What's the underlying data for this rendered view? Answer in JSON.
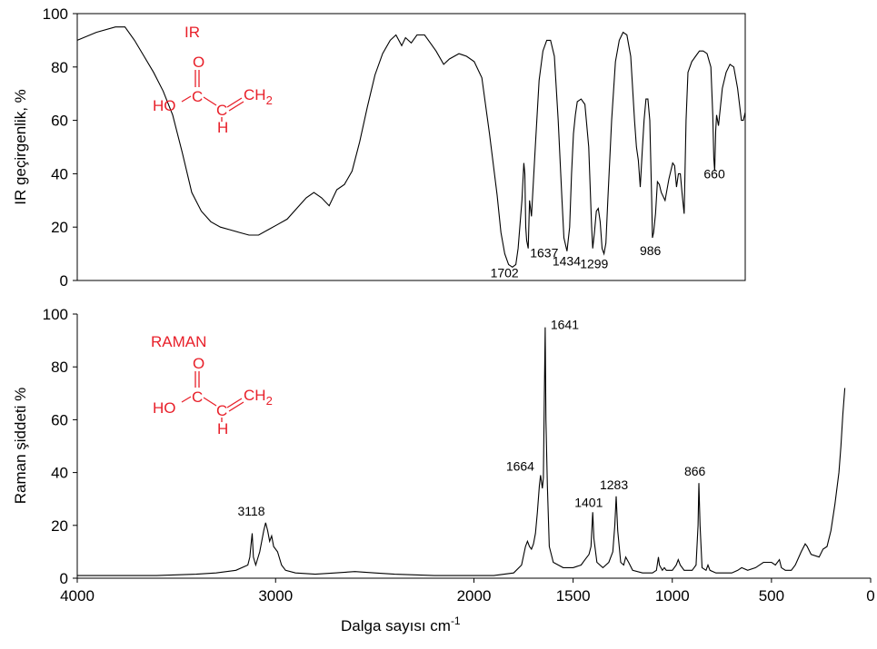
{
  "chart_data": [
    {
      "id": "ir",
      "type": "line",
      "title": "IR",
      "ylabel": "IR geçirgenlik, %",
      "xlabel": "",
      "xlim": [
        4000,
        500
      ],
      "ylim": [
        0,
        100
      ],
      "yticks": [
        0,
        20,
        40,
        60,
        80,
        100
      ],
      "xticks": [],
      "grid": false,
      "structure": {
        "o": "O",
        "c1": "C",
        "c2": "C",
        "ho": "HO",
        "h": "H",
        "ch2": "CH",
        "sub2": "2"
      },
      "series": [
        {
          "values": [
            [
              4000,
              90
            ],
            [
              3900,
              93
            ],
            [
              3800,
              95
            ],
            [
              3750,
              95
            ],
            [
              3700,
              90
            ],
            [
              3650,
              84
            ],
            [
              3600,
              78
            ],
            [
              3550,
              71
            ],
            [
              3500,
              62
            ],
            [
              3450,
              48
            ],
            [
              3400,
              33
            ],
            [
              3350,
              26
            ],
            [
              3300,
              22
            ],
            [
              3250,
              20
            ],
            [
              3200,
              19
            ],
            [
              3150,
              18
            ],
            [
              3100,
              17
            ],
            [
              3050,
              17
            ],
            [
              3000,
              19
            ],
            [
              2950,
              21
            ],
            [
              2900,
              23
            ],
            [
              2850,
              27
            ],
            [
              2800,
              31
            ],
            [
              2760,
              33
            ],
            [
              2720,
              31
            ],
            [
              2680,
              28
            ],
            [
              2640,
              34
            ],
            [
              2600,
              36
            ],
            [
              2560,
              41
            ],
            [
              2520,
              52
            ],
            [
              2480,
              65
            ],
            [
              2440,
              77
            ],
            [
              2400,
              85
            ],
            [
              2360,
              90
            ],
            [
              2330,
              92
            ],
            [
              2300,
              88
            ],
            [
              2280,
              91
            ],
            [
              2250,
              89
            ],
            [
              2220,
              92
            ],
            [
              2180,
              92
            ],
            [
              2150,
              89
            ],
            [
              2120,
              86
            ],
            [
              2080,
              81
            ],
            [
              2050,
              83
            ],
            [
              2000,
              85
            ],
            [
              1960,
              84
            ],
            [
              1920,
              82
            ],
            [
              1880,
              76
            ],
            [
              1840,
              55
            ],
            [
              1800,
              32
            ],
            [
              1780,
              18
            ],
            [
              1760,
              10
            ],
            [
              1740,
              6
            ],
            [
              1720,
              5
            ],
            [
              1702,
              6
            ],
            [
              1690,
              12
            ],
            [
              1670,
              30
            ],
            [
              1660,
              44
            ],
            [
              1655,
              40
            ],
            [
              1650,
              20
            ],
            [
              1645,
              15
            ],
            [
              1637,
              12
            ],
            [
              1630,
              30
            ],
            [
              1620,
              24
            ],
            [
              1600,
              50
            ],
            [
              1580,
              75
            ],
            [
              1560,
              86
            ],
            [
              1540,
              90
            ],
            [
              1520,
              90
            ],
            [
              1500,
              84
            ],
            [
              1480,
              60
            ],
            [
              1460,
              30
            ],
            [
              1450,
              16
            ],
            [
              1434,
              11
            ],
            [
              1420,
              20
            ],
            [
              1410,
              40
            ],
            [
              1400,
              55
            ],
            [
              1390,
              62
            ],
            [
              1380,
              67
            ],
            [
              1360,
              68
            ],
            [
              1340,
              66
            ],
            [
              1320,
              50
            ],
            [
              1305,
              20
            ],
            [
              1299,
              12
            ],
            [
              1290,
              18
            ],
            [
              1280,
              26
            ],
            [
              1270,
              27
            ],
            [
              1260,
              22
            ],
            [
              1250,
              12
            ],
            [
              1240,
              10
            ],
            [
              1230,
              14
            ],
            [
              1220,
              30
            ],
            [
              1200,
              60
            ],
            [
              1180,
              82
            ],
            [
              1160,
              90
            ],
            [
              1140,
              93
            ],
            [
              1120,
              92
            ],
            [
              1100,
              84
            ],
            [
              1080,
              60
            ],
            [
              1070,
              50
            ],
            [
              1060,
              45
            ],
            [
              1050,
              35
            ],
            [
              1040,
              48
            ],
            [
              1030,
              60
            ],
            [
              1020,
              68
            ],
            [
              1010,
              68
            ],
            [
              1000,
              60
            ],
            [
              990,
              30
            ],
            [
              986,
              16
            ],
            [
              980,
              18
            ],
            [
              970,
              25
            ],
            [
              960,
              37
            ],
            [
              950,
              36
            ],
            [
              940,
              33
            ],
            [
              920,
              30
            ],
            [
              900,
              38
            ],
            [
              880,
              44
            ],
            [
              870,
              43
            ],
            [
              860,
              35
            ],
            [
              850,
              40
            ],
            [
              840,
              40
            ],
            [
              830,
              32
            ],
            [
              820,
              25
            ],
            [
              810,
              60
            ],
            [
              800,
              78
            ],
            [
              780,
              82
            ],
            [
              760,
              84
            ],
            [
              740,
              86
            ],
            [
              720,
              86
            ],
            [
              700,
              85
            ],
            [
              680,
              80
            ],
            [
              670,
              62
            ],
            [
              665,
              46
            ],
            [
              660,
              41
            ],
            [
              655,
              56
            ],
            [
              650,
              62
            ],
            [
              640,
              58
            ],
            [
              620,
              72
            ],
            [
              600,
              78
            ],
            [
              580,
              81
            ],
            [
              560,
              80
            ],
            [
              540,
              72
            ],
            [
              520,
              60
            ],
            [
              510,
              60
            ],
            [
              500,
              63
            ]
          ]
        }
      ],
      "peak_labels": [
        {
          "label": "1702",
          "x": 1702,
          "y": 6
        },
        {
          "label": "1637",
          "x": 1637,
          "y": 12
        },
        {
          "label": "1434",
          "x": 1434,
          "y": 11
        },
        {
          "label": "1299",
          "x": 1299,
          "y": 12
        },
        {
          "label": "986",
          "x": 986,
          "y": 16
        },
        {
          "label": "660",
          "x": 660,
          "y": 41
        }
      ]
    },
    {
      "id": "raman",
      "type": "line",
      "title": "RAMAN",
      "ylabel": "Raman şiddeti %",
      "xlabel": "Dalga sayısı cm",
      "xlabel_sup": "-1",
      "xlim": [
        4000,
        0
      ],
      "ylim": [
        0,
        100
      ],
      "yticks": [
        0,
        20,
        40,
        60,
        80,
        100
      ],
      "xticks": [
        4000,
        3000,
        2000,
        1500,
        1000,
        500,
        0
      ],
      "xtick_labels": [
        "4000",
        "3000",
        "2000",
        "1500",
        "1000",
        "500",
        "0"
      ],
      "grid": false,
      "structure": {
        "o": "O",
        "c1": "C",
        "c2": "C",
        "ho": "HO",
        "h": "H",
        "ch2": "CH",
        "sub2": "2"
      },
      "series": [
        {
          "values": [
            [
              4000,
              1
            ],
            [
              3800,
              1
            ],
            [
              3600,
              1
            ],
            [
              3400,
              1.5
            ],
            [
              3300,
              2
            ],
            [
              3200,
              3
            ],
            [
              3140,
              5
            ],
            [
              3130,
              8
            ],
            [
              3125,
              12
            ],
            [
              3118,
              17
            ],
            [
              3112,
              8
            ],
            [
              3100,
              5
            ],
            [
              3080,
              10
            ],
            [
              3060,
              18
            ],
            [
              3050,
              21
            ],
            [
              3040,
              18
            ],
            [
              3030,
              14
            ],
            [
              3020,
              16
            ],
            [
              3010,
              12
            ],
            [
              2990,
              10
            ],
            [
              2970,
              5
            ],
            [
              2950,
              3
            ],
            [
              2900,
              2
            ],
            [
              2800,
              1.5
            ],
            [
              2700,
              2
            ],
            [
              2600,
              2.5
            ],
            [
              2500,
              2
            ],
            [
              2400,
              1.5
            ],
            [
              2200,
              1
            ],
            [
              2000,
              1
            ],
            [
              1900,
              1
            ],
            [
              1800,
              2
            ],
            [
              1760,
              5
            ],
            [
              1740,
              12
            ],
            [
              1730,
              14
            ],
            [
              1720,
              12
            ],
            [
              1710,
              11
            ],
            [
              1700,
              13
            ],
            [
              1690,
              17
            ],
            [
              1680,
              25
            ],
            [
              1670,
              35
            ],
            [
              1664,
              39
            ],
            [
              1655,
              34
            ],
            [
              1650,
              38
            ],
            [
              1645,
              70
            ],
            [
              1641,
              95
            ],
            [
              1637,
              60
            ],
            [
              1630,
              35
            ],
            [
              1620,
              12
            ],
            [
              1600,
              6
            ],
            [
              1550,
              4
            ],
            [
              1500,
              4
            ],
            [
              1460,
              5
            ],
            [
              1440,
              7
            ],
            [
              1420,
              9
            ],
            [
              1410,
              12
            ],
            [
              1401,
              25
            ],
            [
              1395,
              15
            ],
            [
              1380,
              6
            ],
            [
              1350,
              4
            ],
            [
              1320,
              6
            ],
            [
              1300,
              10
            ],
            [
              1290,
              20
            ],
            [
              1283,
              31
            ],
            [
              1275,
              18
            ],
            [
              1260,
              6
            ],
            [
              1245,
              5
            ],
            [
              1235,
              8
            ],
            [
              1220,
              6
            ],
            [
              1200,
              3
            ],
            [
              1150,
              2
            ],
            [
              1100,
              2
            ],
            [
              1080,
              3
            ],
            [
              1070,
              8
            ],
            [
              1065,
              5
            ],
            [
              1050,
              3
            ],
            [
              1040,
              4
            ],
            [
              1030,
              3
            ],
            [
              1000,
              3
            ],
            [
              980,
              5
            ],
            [
              970,
              7
            ],
            [
              960,
              5
            ],
            [
              940,
              3
            ],
            [
              900,
              3
            ],
            [
              880,
              5
            ],
            [
              870,
              20
            ],
            [
              866,
              36
            ],
            [
              860,
              20
            ],
            [
              850,
              4
            ],
            [
              830,
              3
            ],
            [
              820,
              5
            ],
            [
              810,
              3
            ],
            [
              780,
              2
            ],
            [
              700,
              2
            ],
            [
              670,
              3
            ],
            [
              650,
              4
            ],
            [
              620,
              3
            ],
            [
              580,
              4
            ],
            [
              540,
              6
            ],
            [
              500,
              6
            ],
            [
              480,
              5
            ],
            [
              460,
              7
            ],
            [
              450,
              4
            ],
            [
              430,
              3
            ],
            [
              400,
              3
            ],
            [
              380,
              5
            ],
            [
              350,
              10
            ],
            [
              330,
              13
            ],
            [
              320,
              12
            ],
            [
              300,
              9
            ],
            [
              260,
              8
            ],
            [
              240,
              11
            ],
            [
              220,
              12
            ],
            [
              200,
              18
            ],
            [
              180,
              28
            ],
            [
              160,
              40
            ],
            [
              150,
              50
            ],
            [
              140,
              62
            ],
            [
              130,
              72
            ]
          ]
        }
      ],
      "peak_labels": [
        {
          "label": "3118",
          "x": 3118,
          "y": 21
        },
        {
          "label": "1664",
          "x": 1664,
          "y": 39
        },
        {
          "label": "1641",
          "x": 1641,
          "y": 95
        },
        {
          "label": "1401",
          "x": 1401,
          "y": 25
        },
        {
          "label": "1283",
          "x": 1283,
          "y": 31
        },
        {
          "label": "866",
          "x": 866,
          "y": 36
        }
      ]
    }
  ]
}
